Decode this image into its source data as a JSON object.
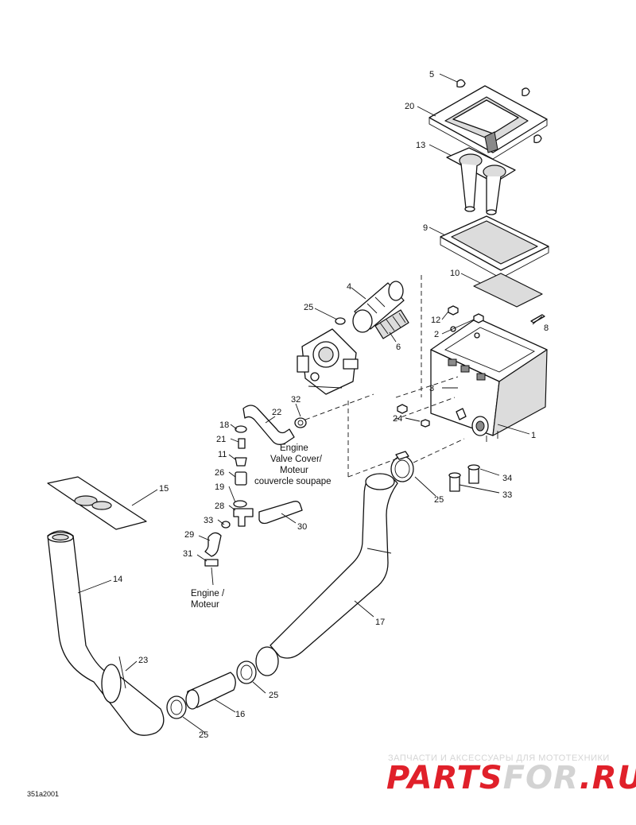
{
  "callouts": {
    "c1": "1",
    "c2": "2",
    "c3": "3",
    "c4": "4",
    "c5": "5",
    "c6": "6",
    "c8": "8",
    "c9": "9",
    "c10": "10",
    "c11": "11",
    "c12": "12",
    "c13": "13",
    "c14": "14",
    "c15": "15",
    "c16": "16",
    "c17": "17",
    "c18": "18",
    "c19": "19",
    "c20": "20",
    "c21": "21",
    "c22": "22",
    "c23": "23",
    "c24": "24",
    "c25a": "25",
    "c25b": "25",
    "c25c": "25",
    "c25d": "25",
    "c26": "26",
    "c28": "28",
    "c29": "29",
    "c30": "30",
    "c31": "31",
    "c32": "32",
    "c33a": "33",
    "c33b": "33",
    "c34": "34"
  },
  "notes": {
    "valve_cover": [
      "Engine",
      "Valve Cover/",
      "Moteur",
      "couvercle soupape"
    ],
    "engine": [
      "Engine /",
      "Moteur"
    ]
  },
  "diagram_code": "351a2001",
  "watermark": {
    "tagline": "ЗАПЧАСТИ И АКСЕССУАРЫ ДЛЯ МОТОТЕХНИКИ",
    "brand_left": "PARTS",
    "brand_mid": "FOR",
    "brand_right": ".RU",
    "color_red": "#e0202a",
    "color_grey": "#d3d3d3"
  }
}
